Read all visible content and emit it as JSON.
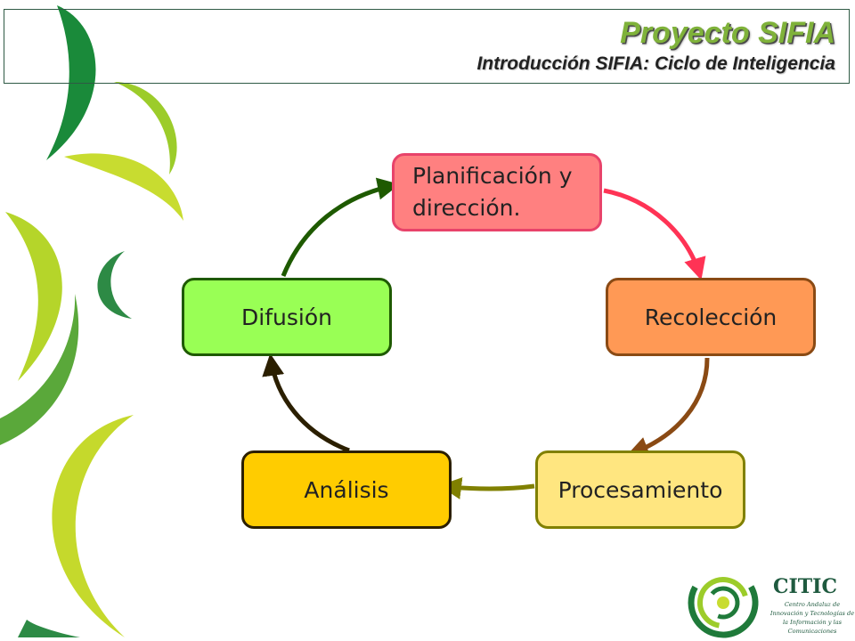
{
  "header": {
    "title": "Proyecto SIFIA",
    "subtitle": "Introducción SIFIA: Ciclo de Inteligencia"
  },
  "diagram": {
    "nodes": [
      {
        "id": "planificacion",
        "label": "Planificación y dirección.",
        "fill": "#ff8080",
        "border": "#e8436a"
      },
      {
        "id": "recoleccion",
        "label": "Recolección",
        "fill": "#ff9955",
        "border": "#8a4a14"
      },
      {
        "id": "procesamiento",
        "label": "Procesamiento",
        "fill": "#ffe680",
        "border": "#808000"
      },
      {
        "id": "analisis",
        "label": "Análisis",
        "fill": "#ffcc00",
        "border": "#2b1f00"
      },
      {
        "id": "difusion",
        "label": "Difusión",
        "fill": "#99ff55",
        "border": "#1e5a00"
      }
    ],
    "edges": [
      {
        "from": "planificacion",
        "to": "recoleccion",
        "color": "#ff3355"
      },
      {
        "from": "recoleccion",
        "to": "procesamiento",
        "color": "#8a4a14"
      },
      {
        "from": "procesamiento",
        "to": "analisis",
        "color": "#808000"
      },
      {
        "from": "analisis",
        "to": "difusion",
        "color": "#2b1f00"
      },
      {
        "from": "difusion",
        "to": "planificacion",
        "color": "#1e5a00"
      }
    ]
  },
  "logo": {
    "name": "CITIC",
    "description": "Centro Andaluz de Innovación y Tecnologías de la Información y las Comunicaciones"
  },
  "colors": {
    "title": "#7fb23a",
    "header_border": "#2f5a45",
    "decor_greens": [
      "#1a8a3a",
      "#9ccc2a",
      "#c8dc30",
      "#5aa83a"
    ]
  }
}
